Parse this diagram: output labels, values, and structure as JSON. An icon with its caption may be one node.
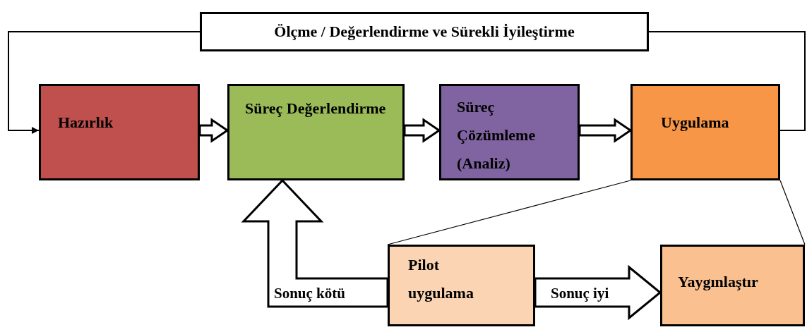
{
  "diagram": {
    "nodes": [
      {
        "text": [
          "Ölçme / Değerlendirme ve Sürekli İyileştirme"
        ]
      },
      {
        "text": [
          "Hazırlık"
        ]
      },
      {
        "text": [
          "Süreç Değerlendirme"
        ]
      },
      {
        "text": [
          "Süreç Çözümleme (Analiz)"
        ]
      },
      {
        "text": [
          "Uygulama"
        ]
      },
      {
        "text": [
          "Pilot uygulama"
        ]
      },
      {
        "text": [
          "Yaygınlaştır"
        ]
      }
    ],
    "edges": [
      {
        "from": 4,
        "to": 0,
        "arrow": "none"
      },
      {
        "from": 0,
        "to": 1,
        "arrow": "to"
      },
      {
        "from": 1,
        "to": 2,
        "arrow": "to",
        "style": "thick"
      },
      {
        "from": 2,
        "to": 3,
        "arrow": "to",
        "style": "thick"
      },
      {
        "from": 3,
        "to": 4,
        "arrow": "to",
        "style": "thick"
      },
      {
        "from": 4,
        "to": 5,
        "arrow": "none"
      },
      {
        "from": 4,
        "to": 6,
        "arrow": "none"
      },
      {
        "from": 5,
        "to": 2,
        "arrow": "to",
        "style": "thick",
        "label": "Sonuç kötü"
      },
      {
        "from": 5,
        "to": 6,
        "arrow": "to",
        "style": "thick",
        "label": "Sonuç iyi"
      }
    ]
  }
}
